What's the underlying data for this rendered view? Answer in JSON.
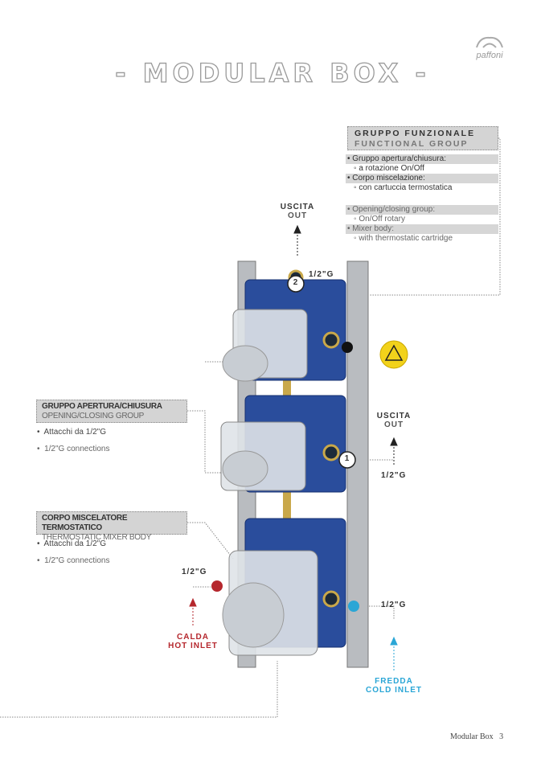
{
  "logo": "paffoni",
  "title": "- MODULAR BOX -",
  "functional_group": {
    "title_it": "GRUPPO FUNZIONALE",
    "title_en": "FUNCTIONAL GROUP",
    "items": [
      {
        "bullet": "Gruppo apertura/chiusura:",
        "sub": "a rotazione On/Off"
      },
      {
        "bullet": "Corpo miscelazione:",
        "sub": "con cartuccia termostatica"
      },
      {
        "bullet": "Opening/closing group:",
        "sub": "On/Off rotary"
      },
      {
        "bullet": "Mixer body:",
        "sub": "with thermostatic cartridge"
      }
    ]
  },
  "opening_group": {
    "title_it": "GRUPPO APERTURA/CHIUSURA",
    "title_en": "OPENING/CLOSING GROUP",
    "items": [
      "Attacchi da 1/2\"G",
      "1/2\"G connections"
    ]
  },
  "mixer_body": {
    "title_it": "CORPO MISCELATORE TERMOSTATICO",
    "title_en": "THERMOSTATIC MIXER BODY",
    "items": [
      "Attacchi da 1/2\"G",
      "1/2\"G connections"
    ]
  },
  "outlet2": {
    "it": "USCITA",
    "en": "OUT",
    "number": "2",
    "size": "1/2\"G"
  },
  "outlet1": {
    "it": "USCITA",
    "en": "OUT",
    "number": "1",
    "size": "1/2\"G"
  },
  "hot": {
    "it": "CALDA",
    "en": "HOT INLET",
    "size": "1/2\"G"
  },
  "cold": {
    "it": "FREDDA",
    "en": "COLD INLET",
    "size": "1/2\"G"
  },
  "footer": {
    "section": "Modular Box",
    "page": "3"
  },
  "colors": {
    "hot": "#b5272d",
    "cold": "#2aa6d6",
    "box": "#2a4d9c"
  }
}
